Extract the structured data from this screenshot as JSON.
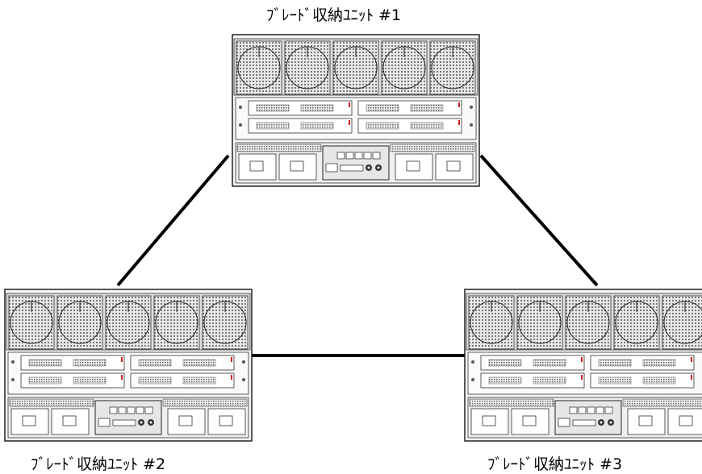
{
  "units": [
    {
      "id": "unit-1",
      "label": "ﾌﾞﾚｰﾄﾞ収納ﾕﾆｯﾄ #1"
    },
    {
      "id": "unit-2",
      "label": "ﾌﾞﾚｰﾄﾞ収納ﾕﾆｯﾄ #2"
    },
    {
      "id": "unit-3",
      "label": "ﾌﾞﾚｰﾄﾞ収納ﾕﾆｯﾄ #3"
    }
  ],
  "connections": [
    {
      "from": "unit-1",
      "to": "unit-2"
    },
    {
      "from": "unit-1",
      "to": "unit-3"
    },
    {
      "from": "unit-2",
      "to": "unit-3"
    }
  ],
  "colors": {
    "line": "#000000",
    "chassis": "#f2f2f2",
    "stroke": "#333333",
    "accent": "#cc2222"
  },
  "icons": {
    "fan": "fan-icon",
    "power": "power-outlet-icon",
    "port": "network-port-icon"
  }
}
